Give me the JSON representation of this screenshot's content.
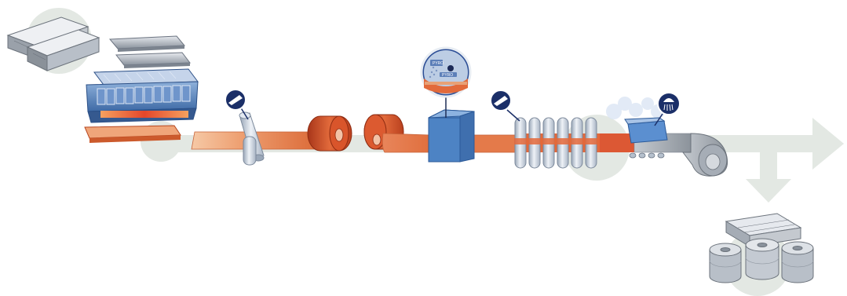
{
  "diagram": {
    "stages": [
      {
        "id": "slabs",
        "icon": "steel-slabs-icon"
      },
      {
        "id": "reheating-furnace",
        "icon": "furnace-icon"
      },
      {
        "id": "slab",
        "icon": "hot-slab-icon"
      },
      {
        "id": "roughing-stand",
        "icon": "rolling-mill-icon"
      },
      {
        "id": "coil-box",
        "icon": "hot-coil-icon"
      },
      {
        "id": "measurement",
        "icon": "gauge-box-icon"
      },
      {
        "id": "finishing-stands",
        "icon": "finishing-mill-icon"
      },
      {
        "id": "cooling",
        "icon": "water-spray-icon"
      },
      {
        "id": "coiler",
        "icon": "coiler-icon"
      },
      {
        "id": "output-coils",
        "icon": "finished-coils-icon"
      }
    ],
    "colors": {
      "flow_arrow": "#e3e8e3",
      "hot_strip": "#e07a42",
      "hot_strip_light": "#f2b894",
      "coil_red": "#cf4b25",
      "box_blue": "#4f82c0",
      "badge_navy": "#1b2f68",
      "steel_gray": "#b8bfc8",
      "roll_blue_gray": "#c9d3e0"
    },
    "zoom_labels": [
      "PYRO",
      "PYRO"
    ]
  }
}
